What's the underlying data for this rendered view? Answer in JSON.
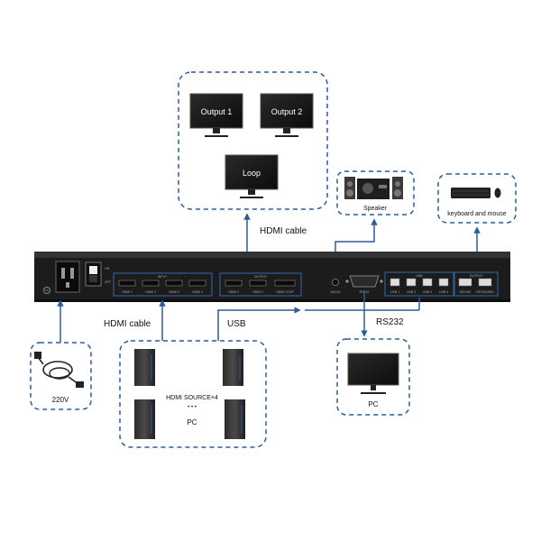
{
  "outputs_group": {
    "monitor_1": "Output 1",
    "monitor_2": "Output 2",
    "monitor_3": "Loop"
  },
  "speaker_group": {
    "label": "Speaker"
  },
  "keyboard_group": {
    "label": "keyboard and mouse"
  },
  "power_group": {
    "label": "220V"
  },
  "pc_sources_group": {
    "title": "HDMI SOURCE×4",
    "dots": "• • •",
    "label": "PC"
  },
  "control_pc_group": {
    "label": "PC"
  },
  "connections": {
    "hdmi_out": "HDMI cable",
    "hdmi_in": "HDMI cable",
    "usb": "USB",
    "rs232": "RS232"
  },
  "device": {
    "switch_on": "ON",
    "switch_off": "OFF",
    "input_group": "INPUT",
    "output_group": "OUTPUT",
    "usb_group": "USB",
    "usb_out_group": "OUTPUT",
    "inputs": [
      "HDMI 1",
      "HDMI 2",
      "HDMI 3",
      "HDMI 4"
    ],
    "outputs": [
      "HDMI 1",
      "HDMI 2",
      "HDMI LOOP"
    ],
    "audio": "AUDIO",
    "rs232": "RS232",
    "usb_ports": [
      "USB 1",
      "USB 2",
      "USB 3",
      "USB 4"
    ],
    "mouse": "MOUSE",
    "keyboard": "KEYBOARD"
  },
  "colors": {
    "accent": "#2d5d99",
    "device_body": "#1c1c1c",
    "port_outline": "#2d5d99",
    "screen": "#1a1a1a"
  }
}
